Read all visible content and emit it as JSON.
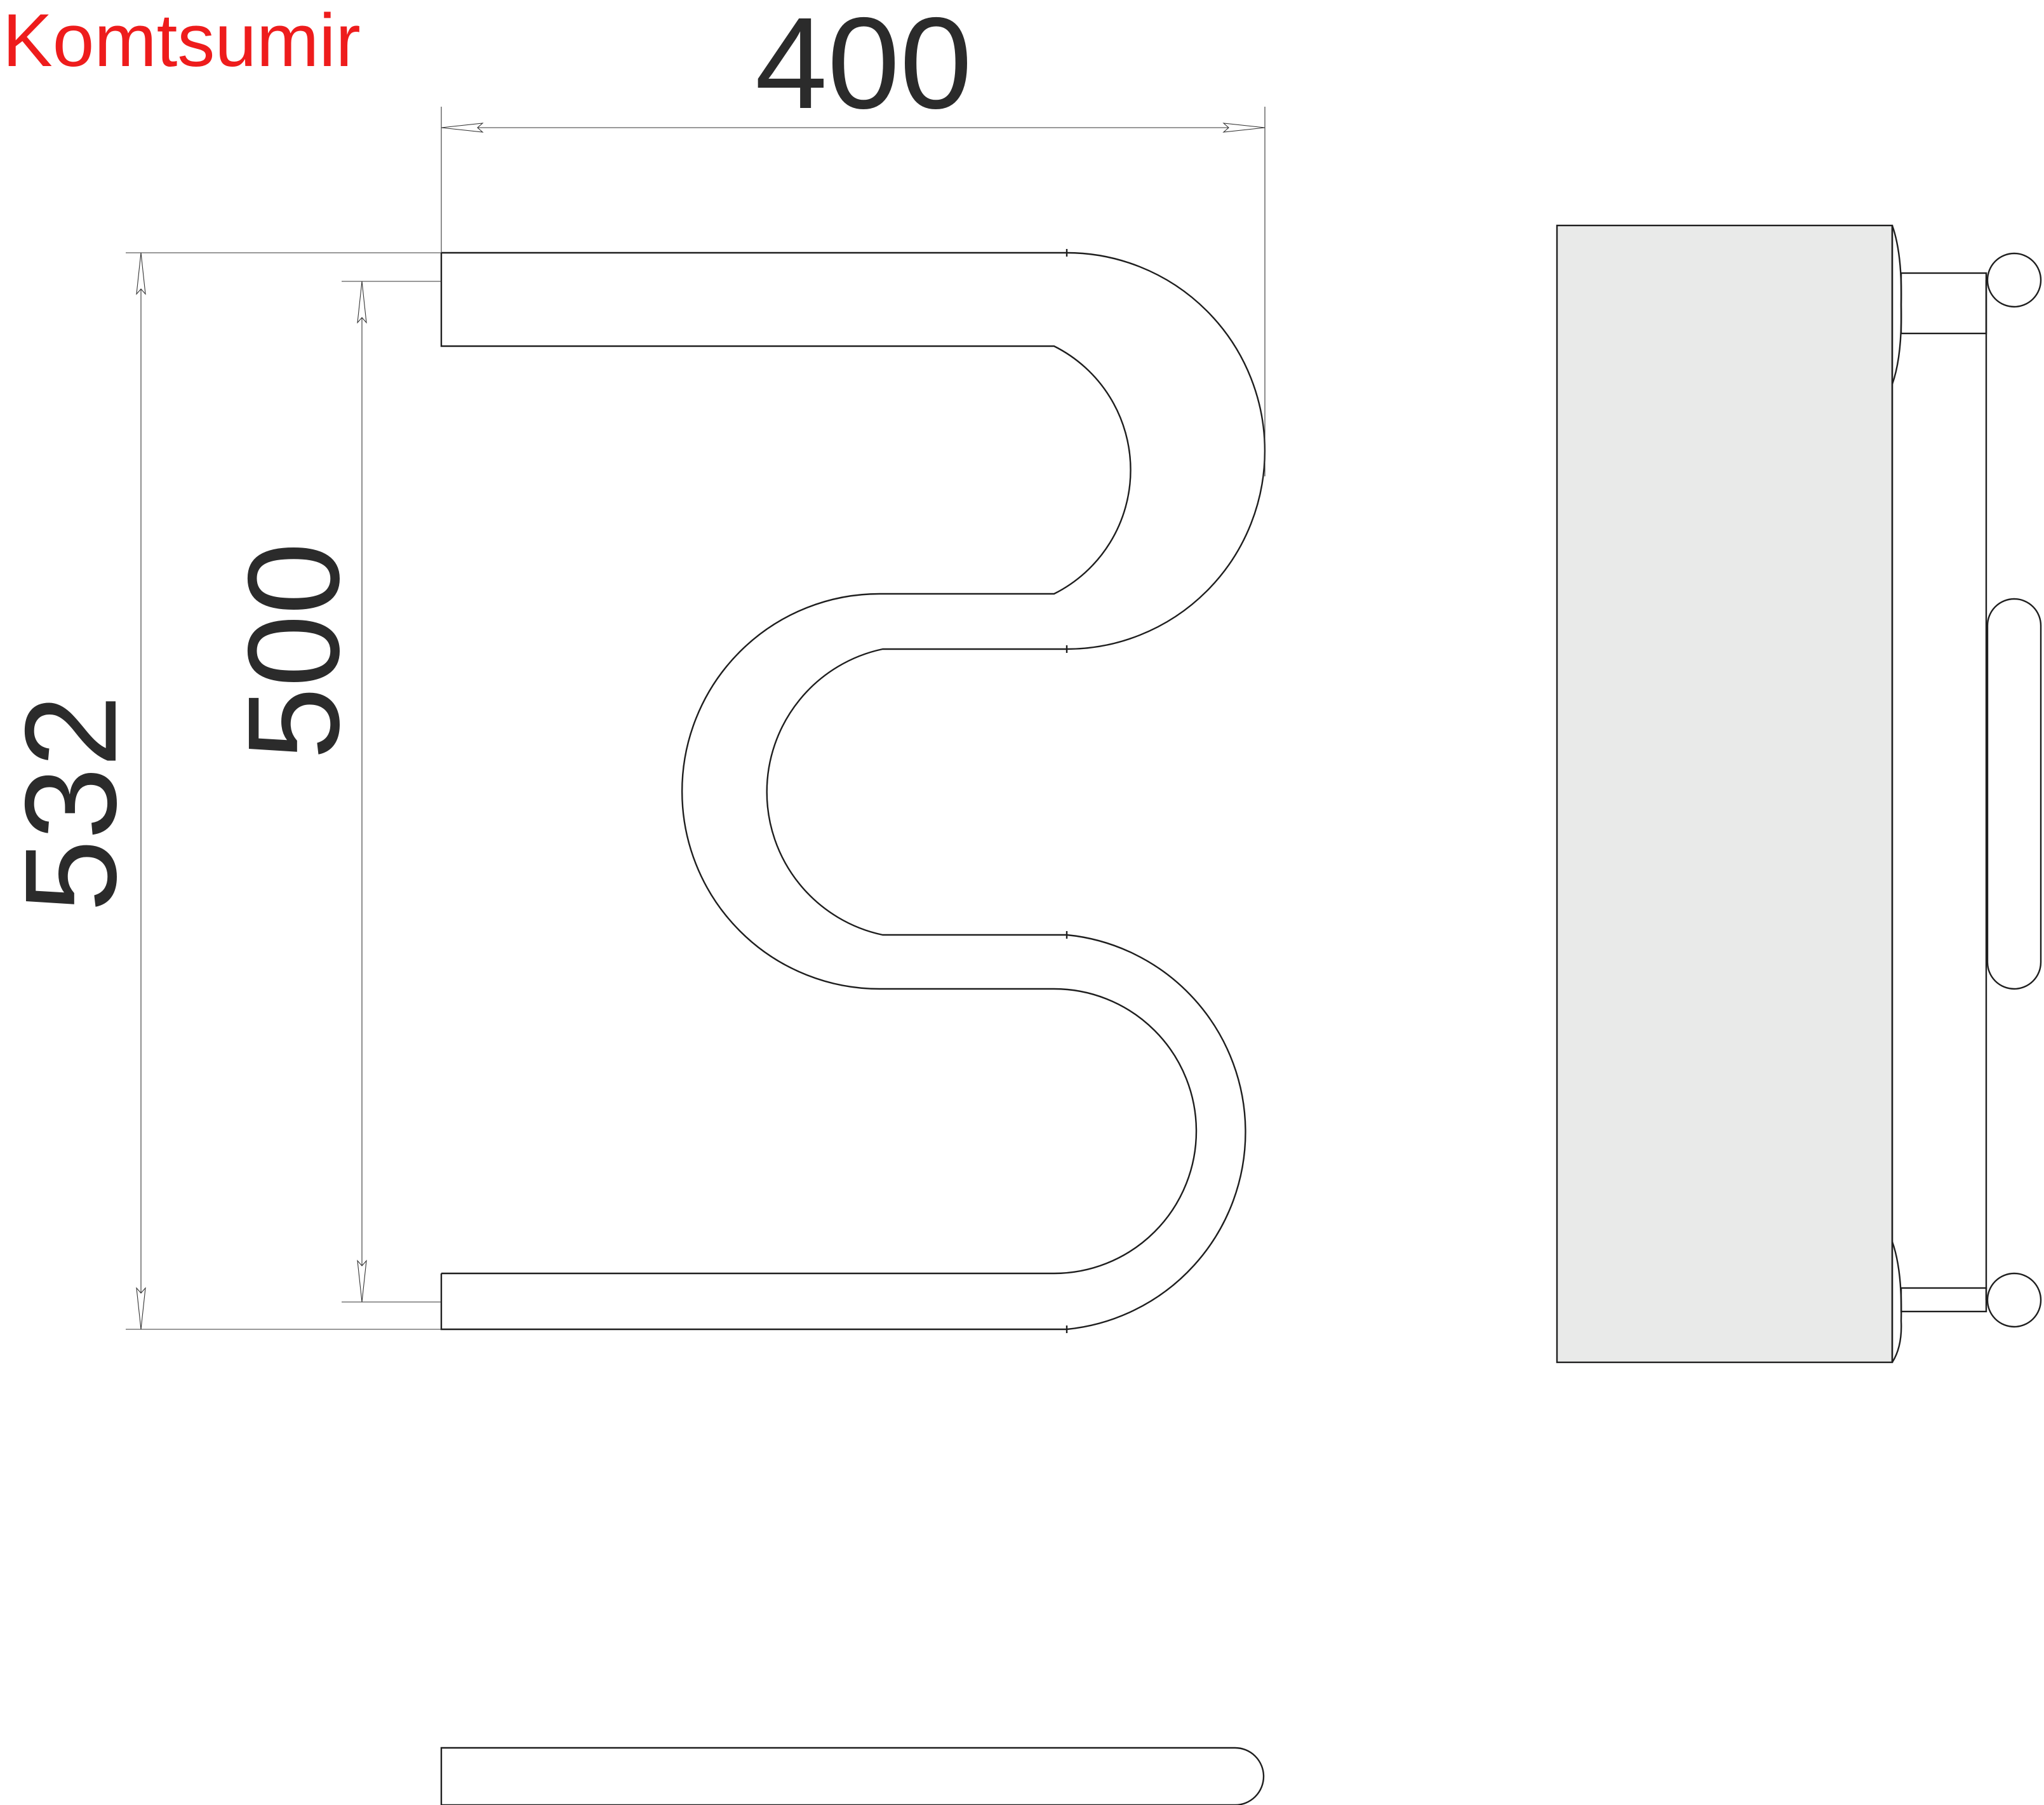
{
  "brand": {
    "name": "Komtsumir",
    "color": "#ee1c1c"
  },
  "dimensions": {
    "width_label": "400",
    "overall_height_label": "532",
    "center_distance_label": "500"
  },
  "colors": {
    "line": "#1e1e1e",
    "side_panel_fill": "#e9eae9",
    "background": "#ffffff"
  }
}
